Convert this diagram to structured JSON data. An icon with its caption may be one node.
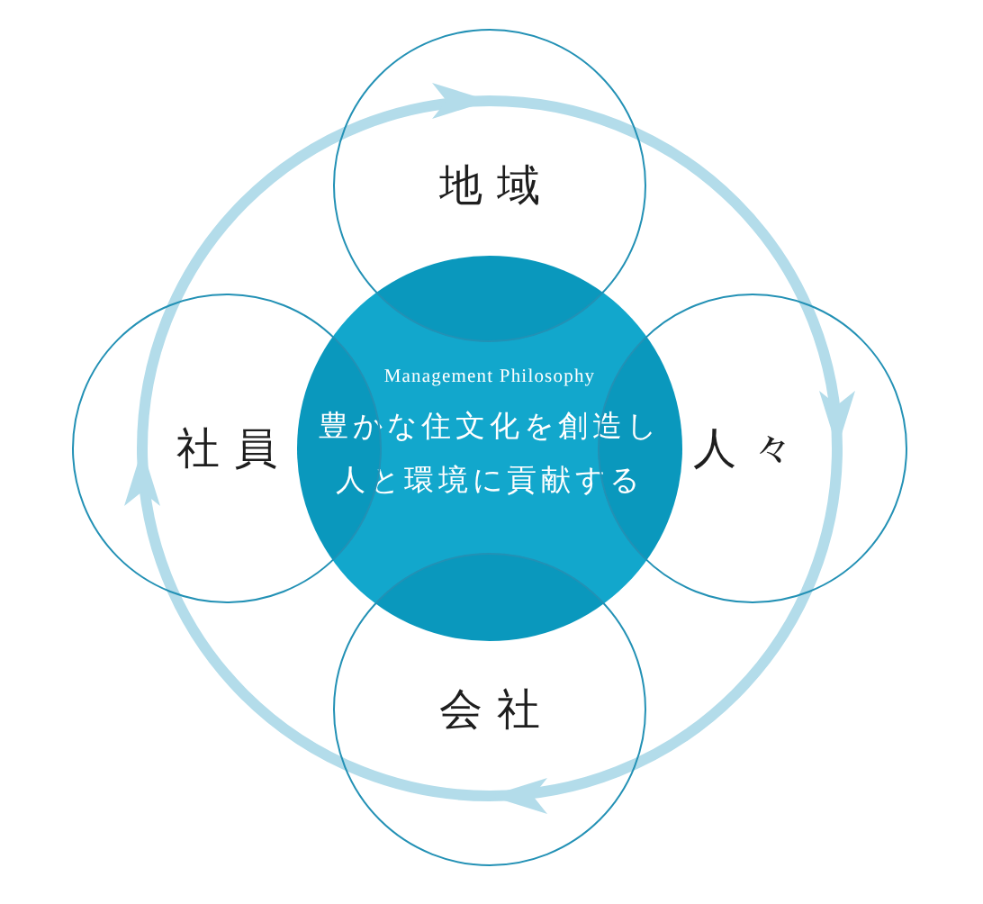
{
  "diagram": {
    "nodes": [
      {
        "text": [
          "地域"
        ]
      },
      {
        "text": [
          "社員"
        ]
      },
      {
        "text": [
          "Management Philosophy",
          "豊かな住文化を創造し人と環境に貢献する"
        ]
      },
      {
        "text": [
          "人々"
        ]
      },
      {
        "text": [
          "会社"
        ]
      }
    ],
    "edges": [
      {
        "from": 0,
        "to": 3,
        "arrow": "to"
      },
      {
        "from": 3,
        "to": 4,
        "arrow": "to"
      },
      {
        "from": 4,
        "to": 1,
        "arrow": "to"
      },
      {
        "from": 1,
        "to": 0,
        "arrow": "to"
      }
    ]
  }
}
